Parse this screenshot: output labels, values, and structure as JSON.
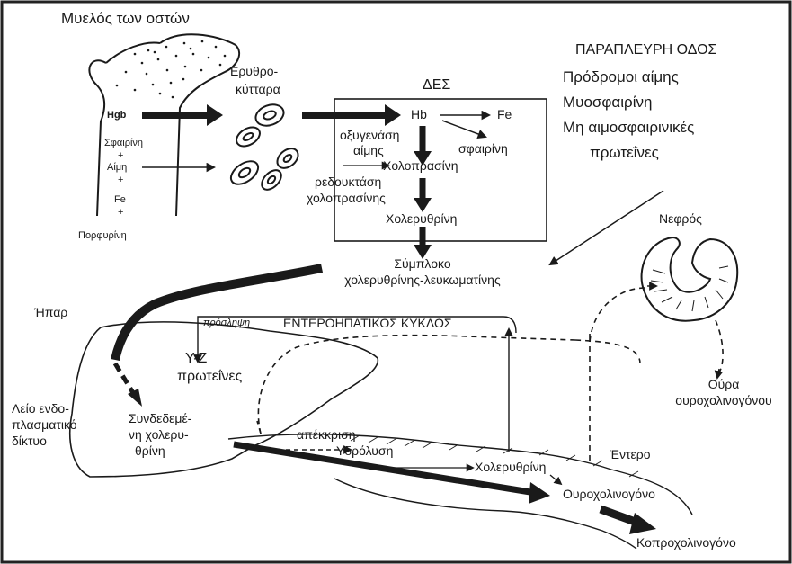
{
  "labels": {
    "bone_marrow": "Μυελός των οστών",
    "hgb": "Hgb",
    "globin_left": "Σφαιρίνη",
    "plus1": "+",
    "heme_left": "Αίμη",
    "plus2": "+",
    "fe_left": "Fe",
    "plus3": "+",
    "porphyrin": "Πορφυρίνη",
    "erythro_1": "Ερυθρο-",
    "erythro_2": "κύτταρα",
    "des": "ΔΕΣ",
    "hb": "Hb",
    "fe_right": "Fe",
    "globin_right": "σφαιρίνη",
    "heme_oxygenase_1": "οξυγενάση",
    "heme_oxygenase_2": "αίμης",
    "biliverdin": "Χολοπρασίνη",
    "biliverdin_reductase_1": "ρεδουκτάση",
    "biliverdin_reductase_2": "χολοπρασίνης",
    "bilirubin": "Χολερυθρίνη",
    "complex_1": "Σύμπλοκο",
    "complex_2": "χολερυθρίνης-λευκωματίνης",
    "side_path_title": "ΠΑΡΑΠΛΕΥΡΗ ΟΔΟΣ",
    "side_path_1": "Πρόδρομοι αίμης",
    "side_path_2": "Μυοσφαιρίνη",
    "side_path_3": "Μη αιμοσφαιρινικές",
    "side_path_4": "πρωτεΐνες",
    "kidney": "Νεφρός",
    "liver": "Ήπαρ",
    "uptake": "πρόσληψη",
    "enterohepatic": "ΕΝΤΕΡΟΗΠΑΤΙΚΟΣ ΚΥΚΛΟΣ",
    "yz_1": "Y-Z",
    "yz_2": "πρωτεΐνες",
    "smooth_er_1": "Λείο ενδο-",
    "smooth_er_2": "πλασματικό",
    "smooth_er_3": "δίκτυο",
    "conjugated_1": "Συνδεδεμέ-",
    "conjugated_2": "νη χολερυ-",
    "conjugated_3": "θρίνη",
    "secretion": "απέκκριση",
    "hydrolysis": "Υδρόλυση",
    "bilirubin_intestine": "Χολερυθρίνη",
    "intestine": "Έντερο",
    "urobilinogen": "Ουροχολινογόνο",
    "stercobilinogen": "Κοπροχολινογόνο",
    "urine_1": "Ούρα",
    "urine_2": "ουροχολινογόνου"
  }
}
